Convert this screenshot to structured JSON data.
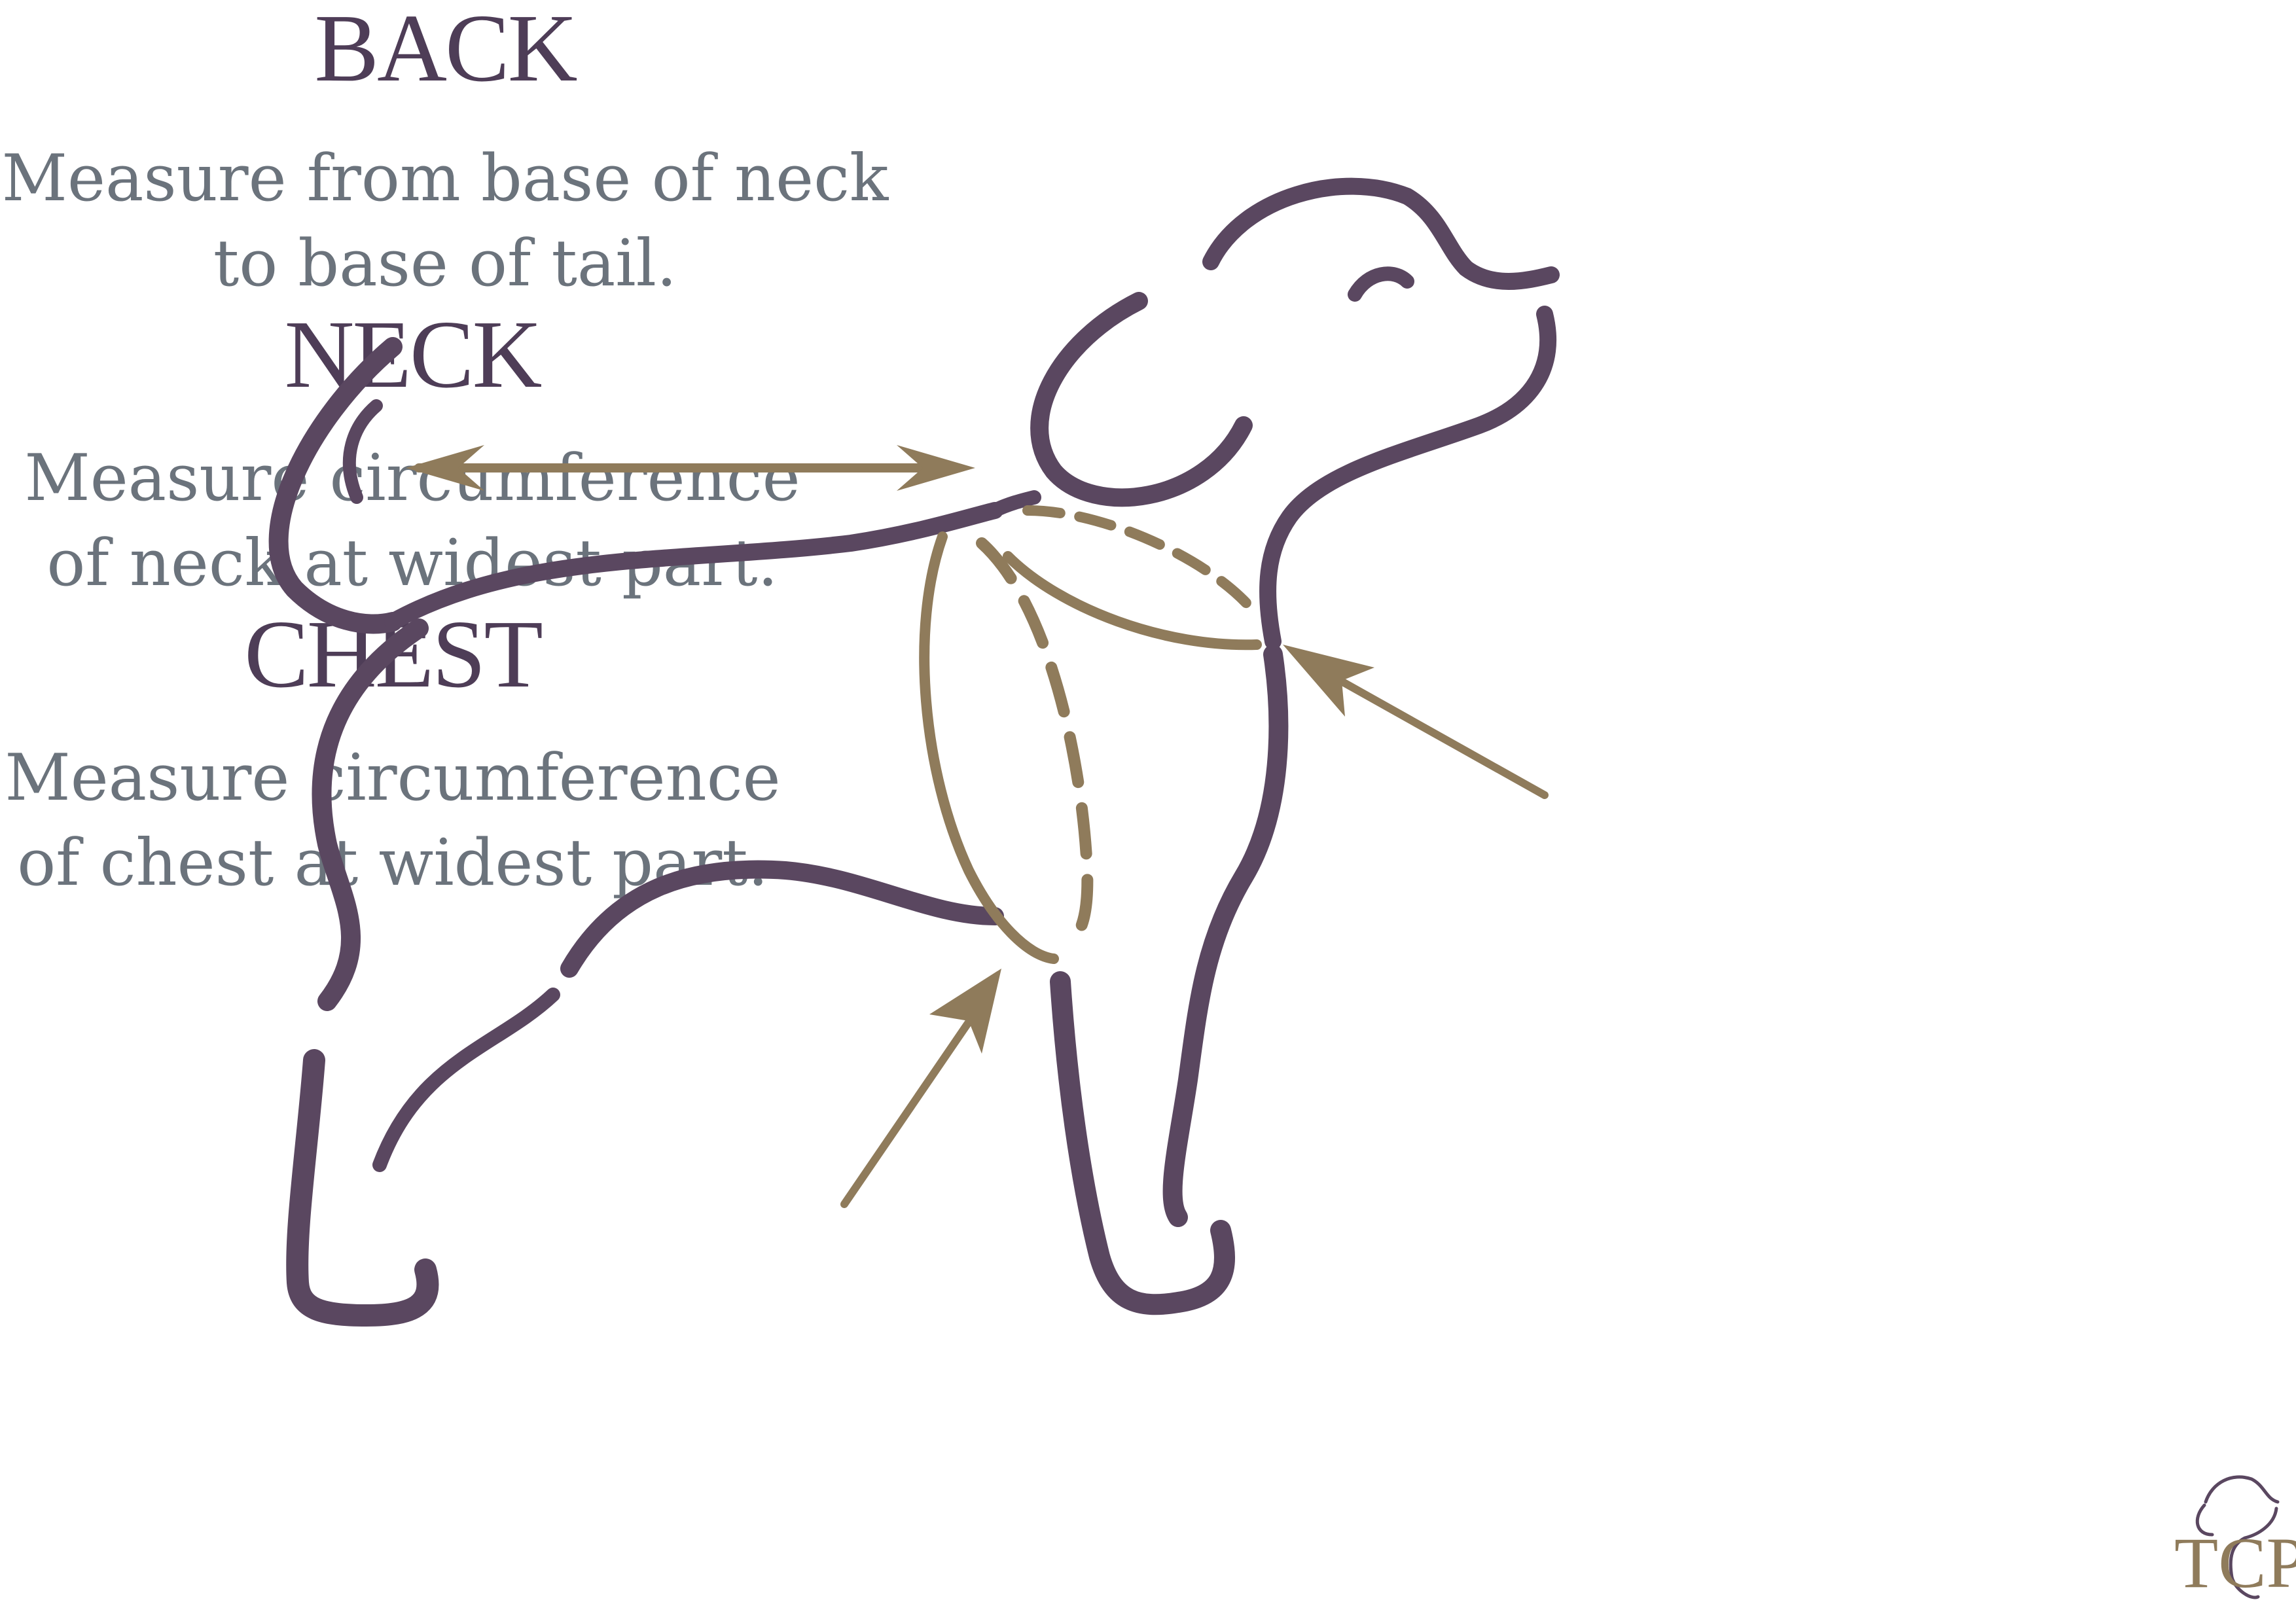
{
  "colors": {
    "outline": "#5a4760",
    "accent": "#8f7b5b",
    "heading": "#4e3d57",
    "description": "#6b737c",
    "background": "#ffffff"
  },
  "back": {
    "title": "BACK",
    "lines": [
      "Measure from base of neck",
      "to base of tail."
    ]
  },
  "neck": {
    "title": "NECK",
    "lines": [
      "Measure circumference",
      "of neck at widest part."
    ]
  },
  "chest": {
    "title": "CHEST",
    "lines": [
      "Measure circumference",
      "of chest at widest part."
    ]
  },
  "logo": {
    "monogram": "TCP",
    "icon": "dog-head-logo-icon"
  },
  "icons": {
    "figure": "dog-outline-icon",
    "back_arrow": "double-arrow-icon",
    "neck_arrow": "arrow-icon",
    "chest_arrow": "arrow-icon"
  }
}
